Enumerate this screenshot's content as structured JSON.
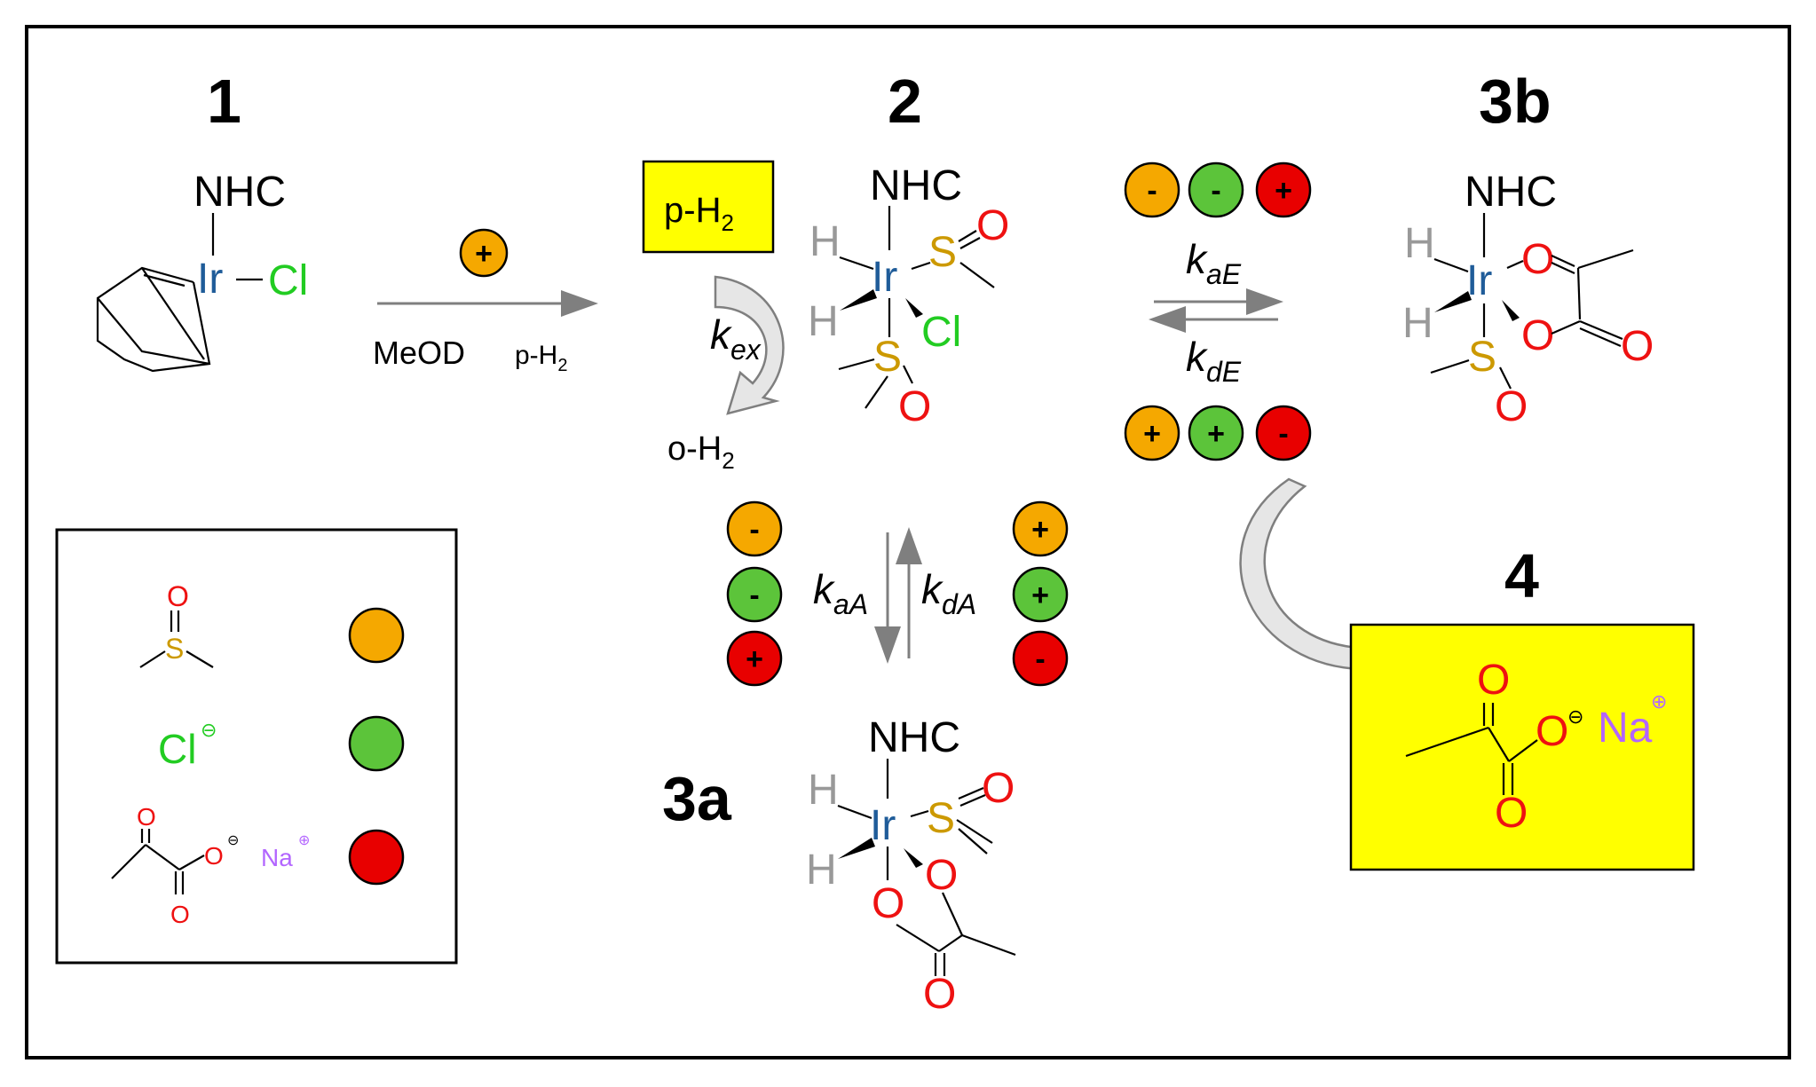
{
  "compounds": {
    "c1": {
      "label": "1",
      "nhc": "NHC",
      "metal": "Ir",
      "cl": "Cl"
    },
    "c2": {
      "label": "2",
      "nhc": "NHC",
      "metal": "Ir",
      "cl": "Cl",
      "s": "S",
      "o": "O",
      "h": "H"
    },
    "c3a": {
      "label": "3a",
      "nhc": "NHC",
      "metal": "Ir",
      "s": "S",
      "o": "O",
      "h": "H"
    },
    "c3b": {
      "label": "3b",
      "nhc": "NHC",
      "metal": "Ir",
      "s": "S",
      "o": "O",
      "h": "H"
    },
    "c4": {
      "label": "4",
      "o": "O",
      "na": "Na"
    }
  },
  "reaction": {
    "solvent": "MeOD",
    "ph2": "p-H",
    "ph2_sub": "2",
    "box_ph2": "p-H",
    "box_ph2_sub": "2",
    "oh2": "o-H",
    "oh2_sub": "2"
  },
  "rates": {
    "kex": {
      "k": "k",
      "sub": "ex"
    },
    "kaE": {
      "k": "k",
      "sub": "aE"
    },
    "kdE": {
      "k": "k",
      "sub": "dE"
    },
    "kaA": {
      "k": "k",
      "sub": "aA"
    },
    "kdA": {
      "k": "k",
      "sub": "dA"
    }
  },
  "signs": {
    "plus": "+",
    "minus": "-"
  },
  "legend": {
    "s": "S",
    "o": "O",
    "cl": "Cl",
    "na": "Na",
    "minus_charge": "⊖",
    "plus_charge": "⊕"
  },
  "colors": {
    "orange": "#f5a800",
    "green": "#5cc43a",
    "red": "#e80000",
    "highlight": "#ffff00",
    "iridium": "#1f5c99"
  }
}
